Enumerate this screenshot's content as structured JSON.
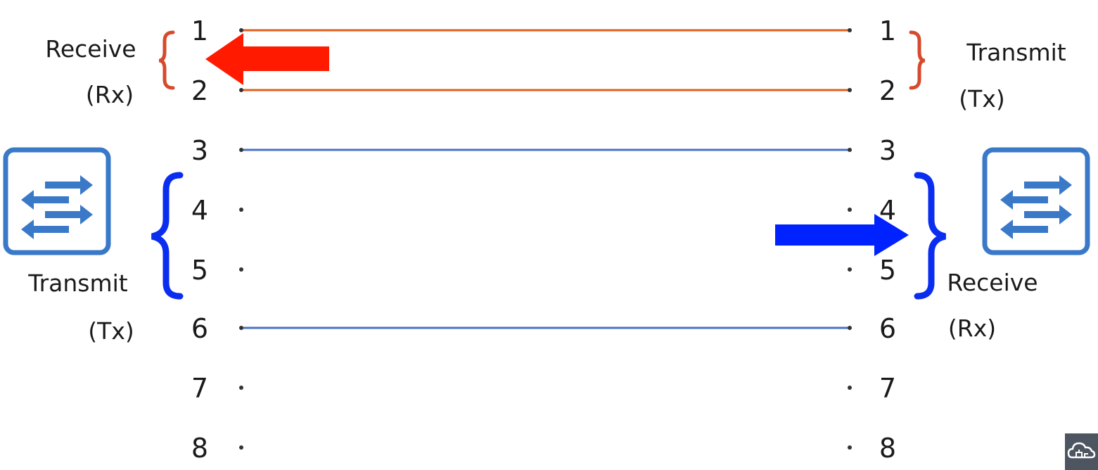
{
  "left_side": {
    "pins": [
      "1",
      "2",
      "3",
      "4",
      "5",
      "6",
      "7",
      "8"
    ],
    "rx_group": {
      "label": "Receive",
      "abbr": "(Rx)",
      "pins": [
        "1",
        "2"
      ]
    },
    "tx_group": {
      "label": "Transmit",
      "abbr": "(Tx)",
      "pins": [
        "4",
        "5"
      ]
    },
    "device_icon": "switch-icon"
  },
  "right_side": {
    "pins": [
      "1",
      "2",
      "3",
      "4",
      "5",
      "6",
      "7",
      "8"
    ],
    "tx_group": {
      "label": "Transmit",
      "abbr": "(Tx)",
      "pins": [
        "1",
        "2"
      ]
    },
    "rx_group": {
      "label": "Receive",
      "abbr": "(Rx)",
      "pins": [
        "4",
        "5"
      ]
    },
    "device_icon": "switch-icon"
  },
  "wires": [
    {
      "pin": "1",
      "color": "#e0601e",
      "connected": true
    },
    {
      "pin": "2",
      "color": "#e0601e",
      "connected": true
    },
    {
      "pin": "3",
      "color": "#4a70c8",
      "connected": true
    },
    {
      "pin": "4",
      "connected": false
    },
    {
      "pin": "5",
      "connected": false
    },
    {
      "pin": "6",
      "color": "#4a70c8",
      "connected": true
    },
    {
      "pin": "7",
      "connected": false
    },
    {
      "pin": "8",
      "connected": false
    }
  ],
  "arrows": [
    {
      "direction": "left",
      "color": "#ff1a00"
    },
    {
      "direction": "right",
      "color": "#0022ff"
    }
  ],
  "colors": {
    "bracket_red": "#d64a2c",
    "bracket_blue": "#0a2ef0",
    "icon_blue": "#3a78c8",
    "text": "#1a1a1a"
  },
  "corner_logo_icon": "cloud-network-icon"
}
